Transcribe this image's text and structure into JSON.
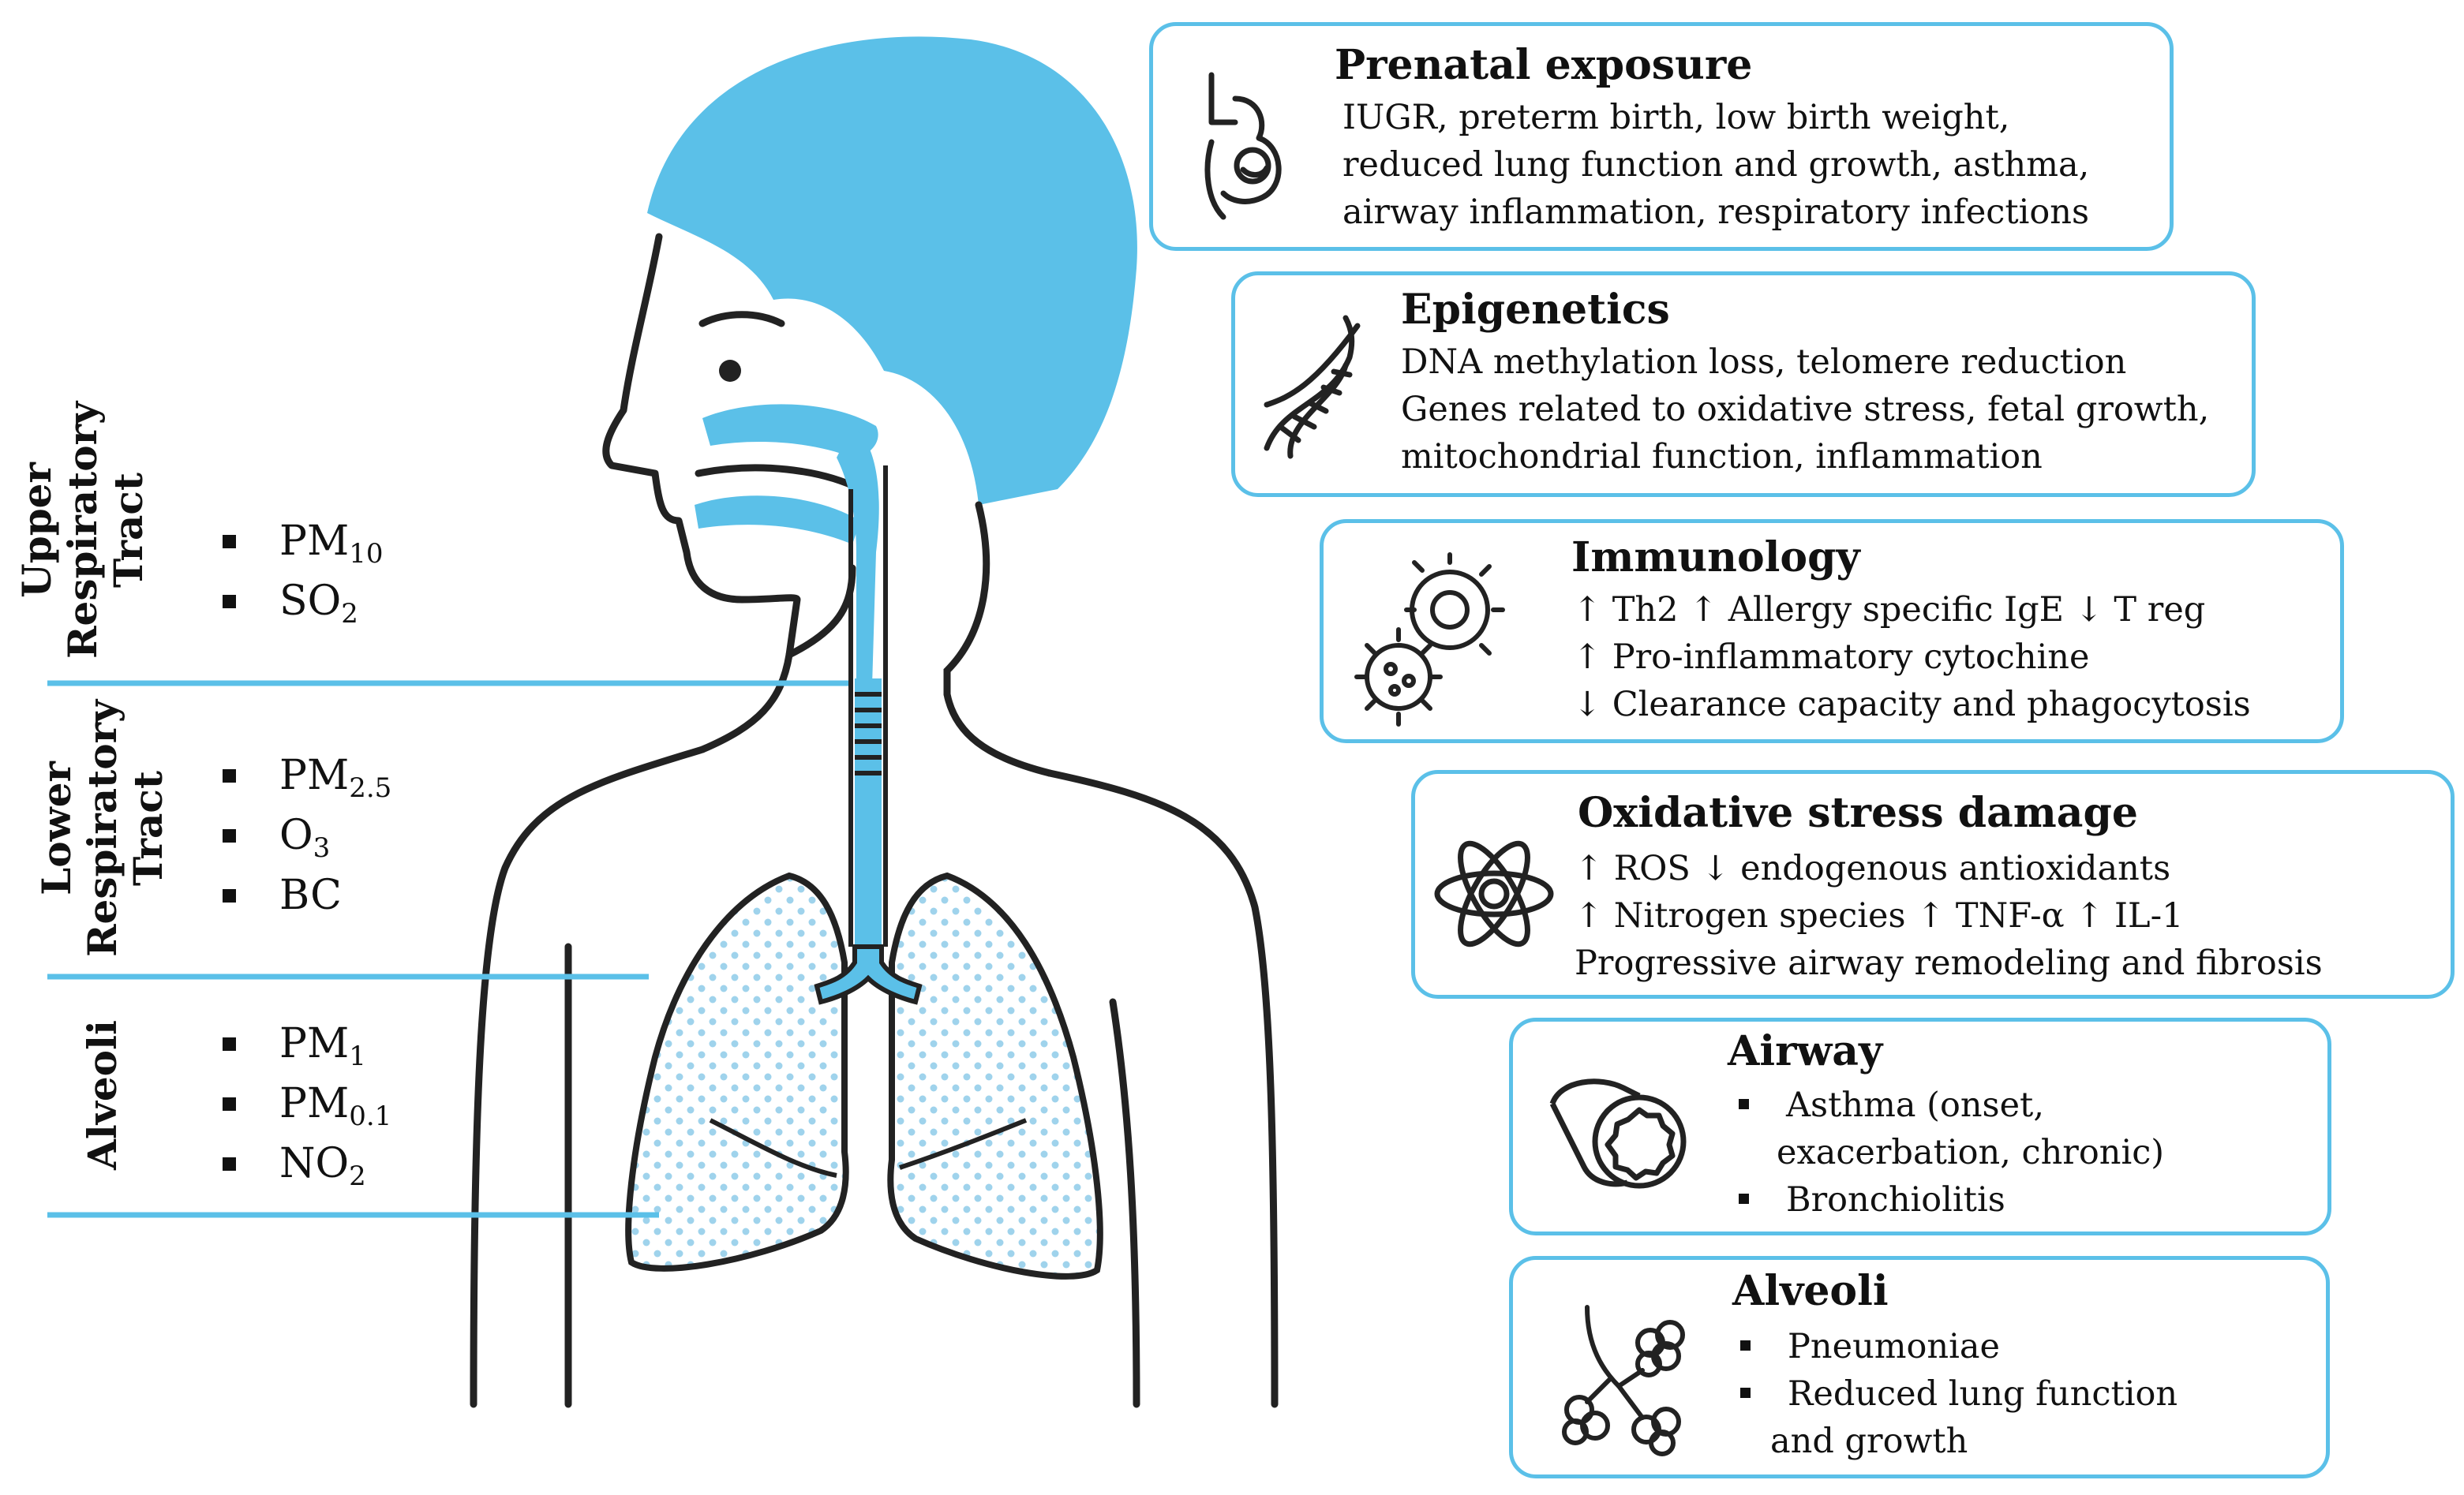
{
  "colors": {
    "accent_blue": "#5bc0e8",
    "outline": "#222222",
    "lung_dots": "#9fd3ec"
  },
  "regions": [
    {
      "label_lines": [
        "Upper",
        "Respiratory",
        "Tract"
      ],
      "pollutants": [
        {
          "base": "PM",
          "sub": "10"
        },
        {
          "base": "SO",
          "sub": "2"
        }
      ]
    },
    {
      "label_lines": [
        "Lower",
        "Respiratory",
        "Tract"
      ],
      "pollutants": [
        {
          "base": "PM",
          "sub": "2.5"
        },
        {
          "base": "O",
          "sub": "3"
        },
        {
          "base": "BC",
          "sub": ""
        }
      ]
    },
    {
      "label_lines": [
        "Alveoli"
      ],
      "pollutants": [
        {
          "base": "PM",
          "sub": "1"
        },
        {
          "base": "PM",
          "sub": "0.1"
        },
        {
          "base": "NO",
          "sub": "2"
        }
      ]
    }
  ],
  "effects": [
    {
      "title": "Prenatal exposure",
      "icon": "pregnant-woman-icon",
      "lines": [
        "IUGR, preterm birth, low birth weight,",
        "reduced lung function and growth, asthma,",
        "airway inflammation, respiratory infections"
      ]
    },
    {
      "title": "Epigenetics",
      "icon": "dna-helix-icon",
      "lines": [
        "DNA methylation loss, telomere reduction",
        "Genes related to oxidative stress, fetal growth,",
        "mitochondrial function, inflammation"
      ]
    },
    {
      "title": "Immunology",
      "icon": "immune-cell-virus-icon",
      "lines": [
        "↑ Th2 ↑ Allergy specific IgE ↓ T reg",
        "↑ Pro-inflammatory cytochine",
        "↓ Clearance capacity and phagocytosis"
      ]
    },
    {
      "title": "Oxidative stress damage",
      "icon": "atom-icon",
      "lines": [
        "↑ ROS ↓ endogenous antioxidants",
        "↑ Nitrogen species ↑ TNF-α  ↑ IL-1",
        "Progressive airway remodeling and fibrosis"
      ]
    },
    {
      "title": "Airway",
      "icon": "airway-tube-icon",
      "bullets": [
        {
          "first": "Asthma (onset,",
          "rest": "exacerbation, chronic)"
        },
        {
          "first": "Bronchiolitis",
          "rest": ""
        }
      ]
    },
    {
      "title": "Alveoli",
      "icon": "alveoli-cluster-icon",
      "bullets": [
        {
          "first": "Pneumoniae",
          "rest": ""
        },
        {
          "first": "Reduced lung function",
          "rest": "and growth"
        }
      ]
    }
  ]
}
